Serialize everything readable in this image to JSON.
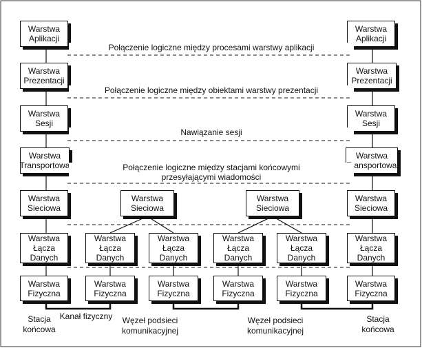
{
  "layers": {
    "app": [
      "Warstwa",
      "Aplikacji"
    ],
    "pres": [
      "Warstwa",
      "Prezentacji"
    ],
    "sess": [
      "Warstwa",
      "Sesji"
    ],
    "trans": [
      "Warstwa",
      "Transportowa"
    ],
    "net": [
      "Warstwa",
      "Sieciowa"
    ],
    "link": [
      "Warstwa",
      "Łącza",
      "Danych"
    ],
    "phys": [
      "Warstwa",
      "Fizyczna"
    ]
  },
  "connections": {
    "app": "Połączenie logiczne między procesami warstwy aplikacji",
    "pres": "Połączenie logiczne między obiektami warstwy prezentacji",
    "sess": "Nawiązanie sesji",
    "trans_line1": "Połączenie logiczne między stacjami końcowymi",
    "trans_line2": "przesyłającymi wiadomości"
  },
  "captions": {
    "end_station": [
      "Stacja",
      "końcowa"
    ],
    "physical_channel": "Kanał fizyczny",
    "subnet_node": [
      "Węzeł podsieci",
      "komunikacyjnej"
    ]
  }
}
